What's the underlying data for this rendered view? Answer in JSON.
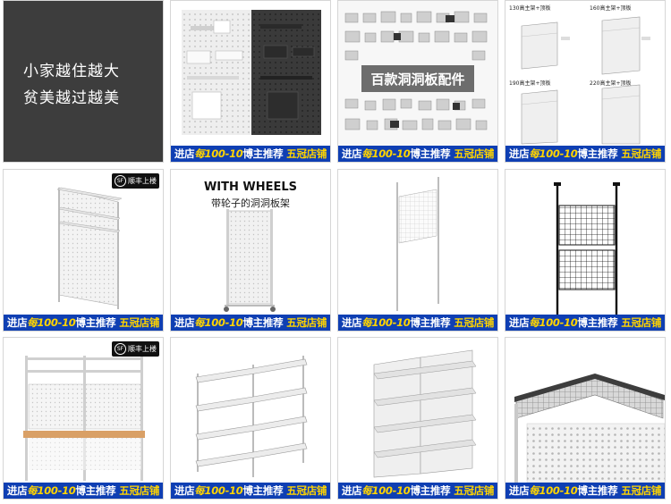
{
  "banner": {
    "pre": "进店",
    "highlight": "每100-10",
    "mid": "博主推荐",
    "post": "五冠店铺"
  },
  "colors": {
    "banner_bg": "#0f3fb3",
    "banner_highlight": "#ffd400",
    "dark_tile": "#3d3d3d"
  },
  "tiles": [
    {
      "id": "tile-1",
      "type": "text",
      "lines": [
        "小家越住越大",
        "贫美越过越美"
      ],
      "has_banner": false
    },
    {
      "id": "tile-2",
      "type": "pegboard-wall-accessories",
      "has_banner": true
    },
    {
      "id": "tile-3",
      "type": "accessory-collage",
      "overlay_title": "百款洞洞板配件",
      "has_banner": true
    },
    {
      "id": "tile-4",
      "type": "size-spec",
      "specs": [
        "130高主架+顶板",
        "160高主架+顶板",
        "190高主架+顶板",
        "220高主架+顶板"
      ],
      "has_banner": true
    },
    {
      "id": "tile-5",
      "type": "shelf-with-pegboard",
      "badge": "顺丰上楼",
      "has_banner": true
    },
    {
      "id": "tile-6",
      "type": "wheeled-pegboard",
      "title": "WITH WHEELS",
      "subtitle": "带轮子的洞洞板架",
      "has_banner": true
    },
    {
      "id": "tile-7",
      "type": "pole-mesh-panel",
      "has_banner": true
    },
    {
      "id": "tile-8",
      "type": "black-grid-panel",
      "has_banner": true
    },
    {
      "id": "tile-9",
      "type": "desk-with-pegboard",
      "badge": "顺丰上楼",
      "has_banner": true
    },
    {
      "id": "tile-10",
      "type": "wall-shelves",
      "has_banner": true
    },
    {
      "id": "tile-11",
      "type": "bookshelf-unit",
      "has_banner": true
    },
    {
      "id": "tile-12",
      "type": "pegboard-closeup",
      "has_banner": true
    }
  ]
}
